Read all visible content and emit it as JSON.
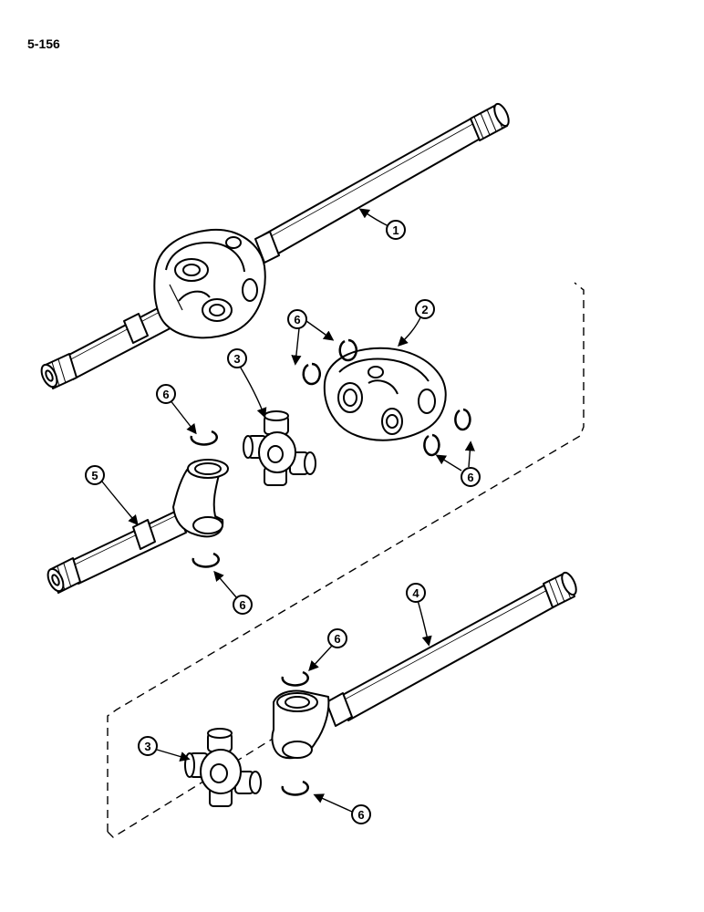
{
  "page_number": "5-156",
  "callouts": {
    "c1": "1",
    "c2": "2",
    "c3a": "3",
    "c3b": "3",
    "c4": "4",
    "c5": "5",
    "c6a": "6",
    "c6b": "6",
    "c6c": "6",
    "c6d": "6",
    "c6e": "6",
    "c6f": "6"
  }
}
